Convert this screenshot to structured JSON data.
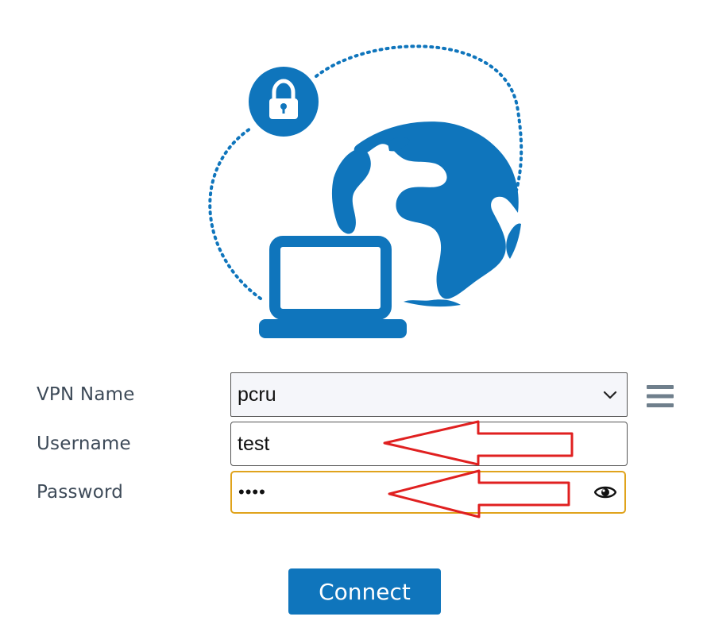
{
  "form": {
    "vpn_name_label": "VPN Name",
    "username_label": "Username",
    "password_label": "Password",
    "vpn_name_value": "pcru",
    "username_value": "test",
    "password_masked": "••••"
  },
  "actions": {
    "connect_label": "Connect"
  },
  "colors": {
    "brand_blue": "#0f75bc",
    "focus_border": "#e0a31c",
    "annotation_red": "#e02020",
    "label_text": "#3d4a58"
  },
  "icons": {
    "lock": "lock-icon",
    "globe": "globe-icon",
    "laptop": "laptop-icon",
    "chevron": "chevron-down-icon",
    "menu": "menu-icon",
    "eye": "eye-icon"
  }
}
